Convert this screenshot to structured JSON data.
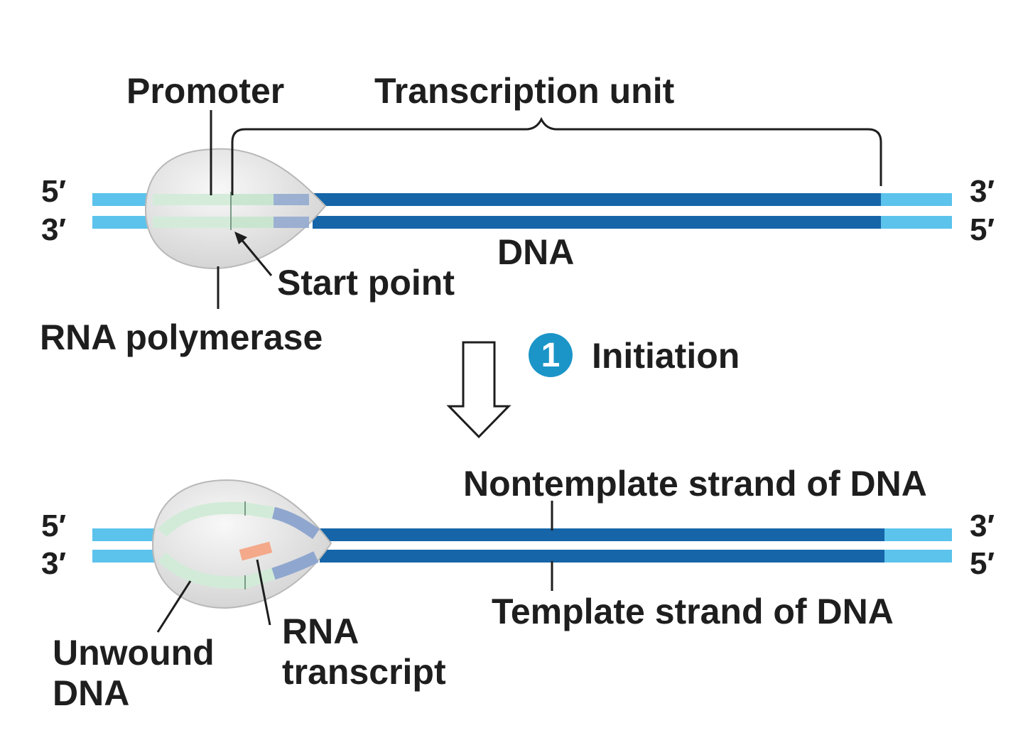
{
  "top": {
    "labels": {
      "promoter": "Promoter",
      "transcription_unit": "Transcription unit",
      "dna": "DNA",
      "start_point": "Start point",
      "rna_polymerase": "RNA polymerase"
    },
    "ends": {
      "left_top": "5′",
      "left_bottom": "3′",
      "right_top": "3′",
      "right_bottom": "5′"
    }
  },
  "step": {
    "number": "1",
    "label": "Initiation"
  },
  "bottom": {
    "labels": {
      "nontemplate": "Nontemplate strand of DNA",
      "template": "Template strand of DNA",
      "rna_line1": "RNA",
      "rna_line2": "transcript",
      "unwound_line1": "Unwound",
      "unwound_line2": "DNA"
    },
    "ends": {
      "left_top": "5′",
      "left_bottom": "3′",
      "right_top": "3′",
      "right_bottom": "5′"
    }
  },
  "colors": {
    "dna_dark": "#1565a8",
    "dna_light": "#5bc3ec",
    "promoter_green": "#d2ebd8",
    "polymerase_fill": "#e6e6e6",
    "rna_salmon": "#f4a98a",
    "step_badge": "#1b95c8"
  },
  "icons": {
    "down-arrow": "hollow down arrow",
    "step-badge": "circled number"
  }
}
